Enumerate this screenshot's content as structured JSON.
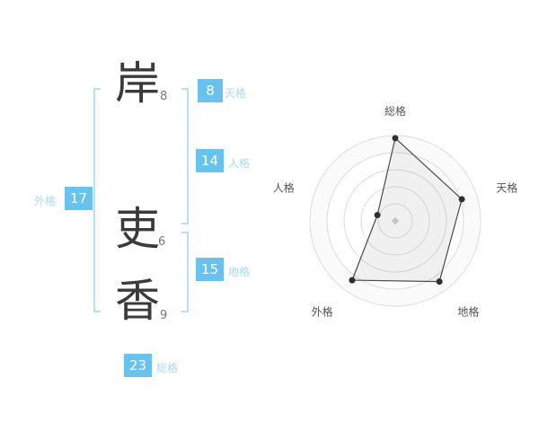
{
  "name_panel": {
    "characters": [
      {
        "char": "岸",
        "strokes": "8"
      },
      {
        "char": "吏",
        "strokes": "6"
      },
      {
        "char": "香",
        "strokes": "9"
      }
    ],
    "scores": {
      "tenkaku": {
        "value": "8",
        "label": "天格"
      },
      "jinkaku": {
        "value": "14",
        "label": "人格"
      },
      "chikaku": {
        "value": "15",
        "label": "地格"
      },
      "gaikaku": {
        "value": "17",
        "label": "外格"
      },
      "soukaku": {
        "value": "23",
        "label": "総格"
      }
    }
  },
  "chart_data": {
    "type": "radar",
    "title": "",
    "categories": [
      "総格",
      "天格",
      "地格",
      "外格",
      "人格"
    ],
    "values": [
      97,
      82,
      88,
      86,
      22
    ],
    "max": 100,
    "rings": 5,
    "start_angle_deg": -90,
    "direction": "clockwise",
    "legend": "none",
    "grid": "concentric-circles"
  },
  "colors": {
    "accent_badge": "#69c2ee",
    "badge_text": "#ffffff",
    "light_label": "#a9d9f4",
    "bracket": "#b5e0f5",
    "char_text": "#3a3a3a",
    "ring_stroke": "#dcdcdc",
    "ring_fill": "#fafafa",
    "polygon_fill": "rgba(130,130,130,0.12)",
    "polygon_stroke": "#4a4a4a",
    "dot": "#2f2f2f",
    "center_marker": "#c4c4c4",
    "axis_label": "#555555"
  }
}
